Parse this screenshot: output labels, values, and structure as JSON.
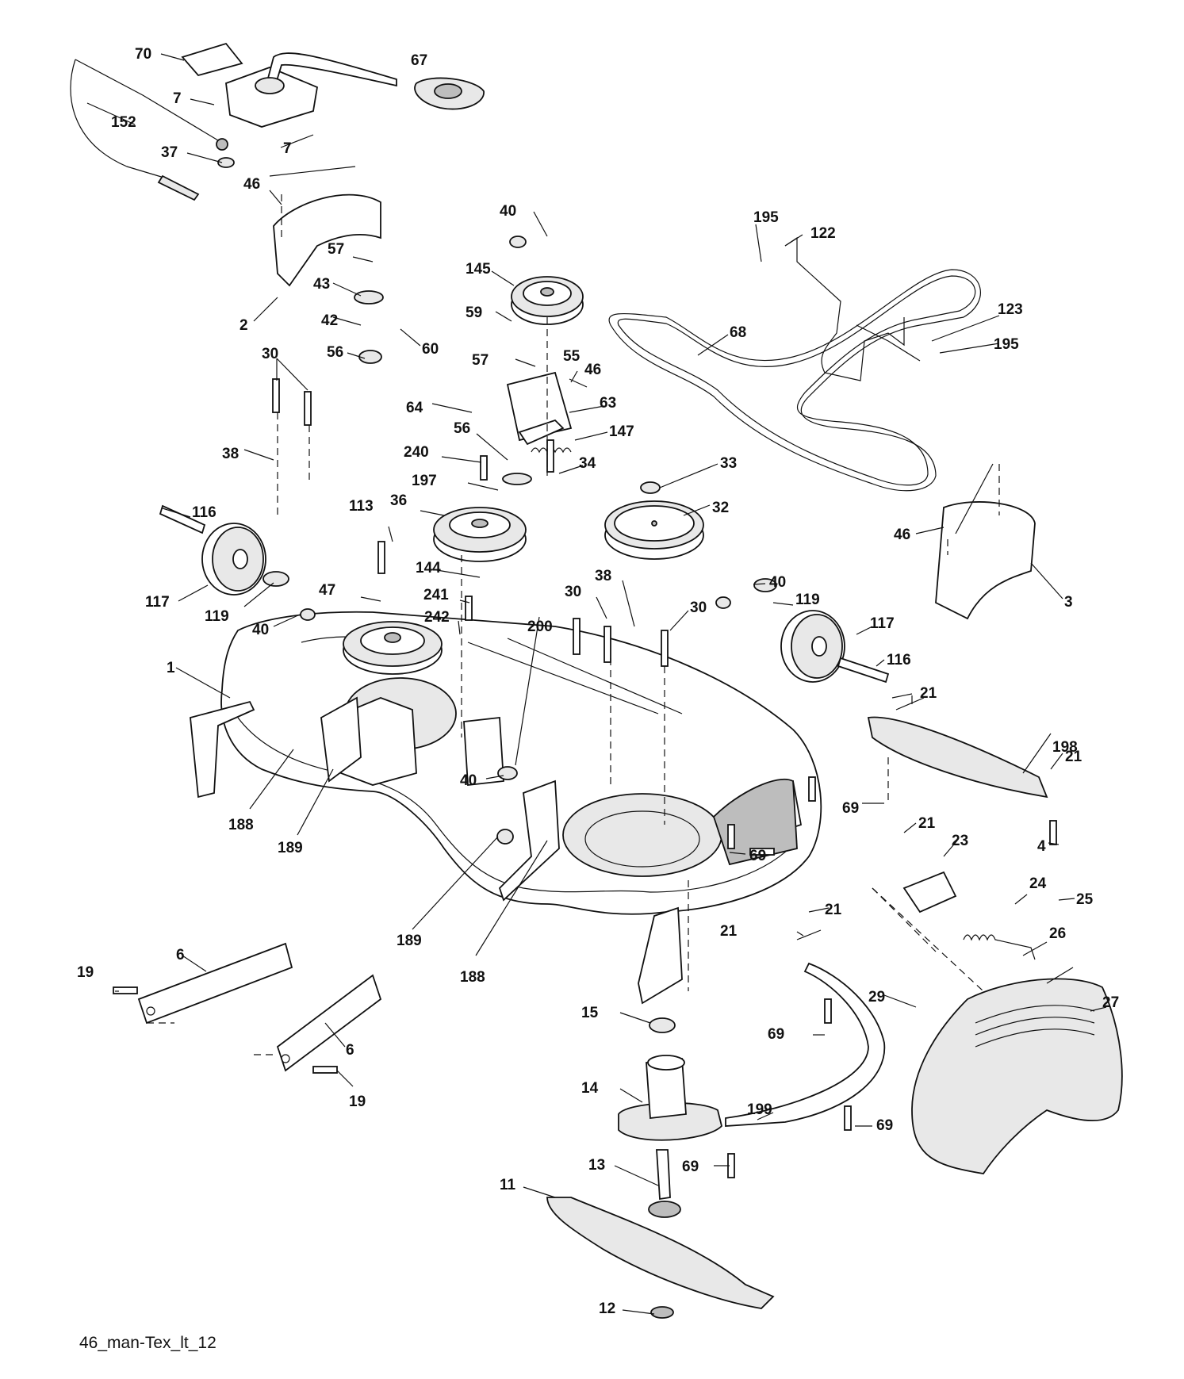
{
  "caption": "46_man-Tex_lt_12",
  "callouts": [
    {
      "text": "70"
    },
    {
      "text": "67"
    },
    {
      "text": "7"
    },
    {
      "text": "152"
    },
    {
      "text": "7"
    },
    {
      "text": "37"
    },
    {
      "text": "46"
    },
    {
      "text": "2"
    },
    {
      "text": "57"
    },
    {
      "text": "43"
    },
    {
      "text": "42"
    },
    {
      "text": "56"
    },
    {
      "text": "60"
    },
    {
      "text": "30"
    },
    {
      "text": "64"
    },
    {
      "text": "38"
    },
    {
      "text": "40"
    },
    {
      "text": "145"
    },
    {
      "text": "59"
    },
    {
      "text": "57"
    },
    {
      "text": "55"
    },
    {
      "text": "46"
    },
    {
      "text": "63"
    },
    {
      "text": "147"
    },
    {
      "text": "240"
    },
    {
      "text": "56"
    },
    {
      "text": "34"
    },
    {
      "text": "197"
    },
    {
      "text": "36"
    },
    {
      "text": "113"
    },
    {
      "text": "116"
    },
    {
      "text": "117"
    },
    {
      "text": "119"
    },
    {
      "text": "40"
    },
    {
      "text": "47"
    },
    {
      "text": "144"
    },
    {
      "text": "241"
    },
    {
      "text": "242"
    },
    {
      "text": "200"
    },
    {
      "text": "30"
    },
    {
      "text": "38"
    },
    {
      "text": "30"
    },
    {
      "text": "1"
    },
    {
      "text": "188"
    },
    {
      "text": "189"
    },
    {
      "text": "40"
    },
    {
      "text": "189"
    },
    {
      "text": "188"
    },
    {
      "text": "195"
    },
    {
      "text": "122"
    },
    {
      "text": "68"
    },
    {
      "text": "123"
    },
    {
      "text": "195"
    },
    {
      "text": "33"
    },
    {
      "text": "32"
    },
    {
      "text": "46"
    },
    {
      "text": "3"
    },
    {
      "text": "40"
    },
    {
      "text": "119"
    },
    {
      "text": "117"
    },
    {
      "text": "116"
    },
    {
      "text": "21"
    },
    {
      "text": "198"
    },
    {
      "text": "21"
    },
    {
      "text": "69"
    },
    {
      "text": "4"
    },
    {
      "text": "21"
    },
    {
      "text": "23"
    },
    {
      "text": "69"
    },
    {
      "text": "24"
    },
    {
      "text": "25"
    },
    {
      "text": "21"
    },
    {
      "text": "21"
    },
    {
      "text": "26"
    },
    {
      "text": "27"
    },
    {
      "text": "29"
    },
    {
      "text": "69"
    },
    {
      "text": "15"
    },
    {
      "text": "14"
    },
    {
      "text": "199"
    },
    {
      "text": "69"
    },
    {
      "text": "13"
    },
    {
      "text": "69"
    },
    {
      "text": "11"
    },
    {
      "text": "12"
    },
    {
      "text": "6"
    },
    {
      "text": "19"
    },
    {
      "text": "6"
    },
    {
      "text": "19"
    }
  ]
}
